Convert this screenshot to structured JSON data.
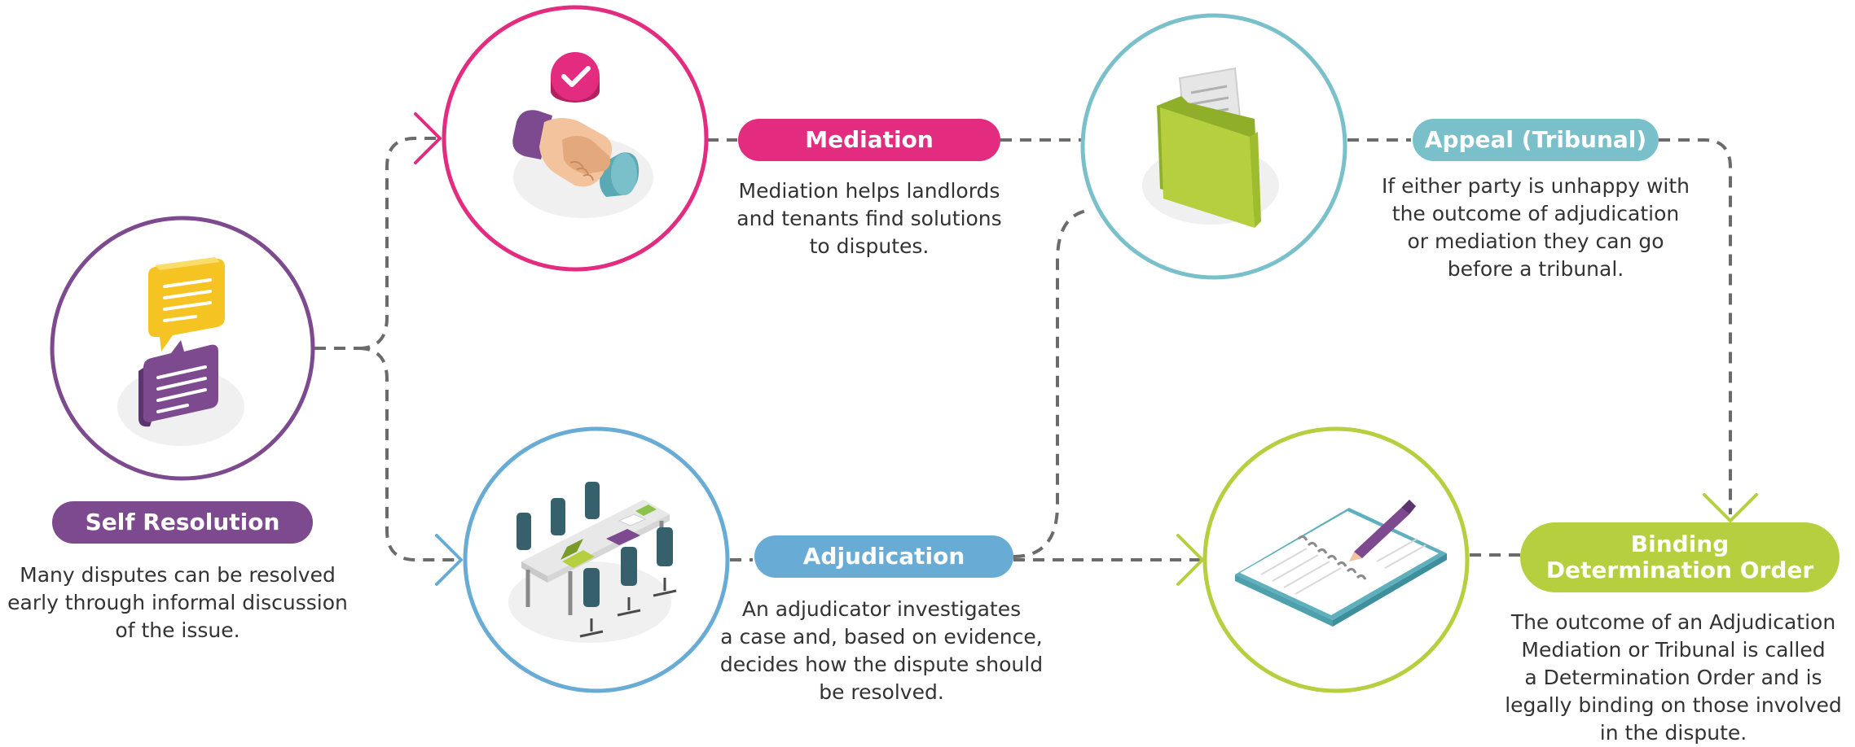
{
  "colors": {
    "self_resolution": "#7e4a8f",
    "mediation": "#e32b7f",
    "adjudication": "#68acd6",
    "appeal": "#79c0cb",
    "binding": "#b5cf3f",
    "connector": "#6b6b6b"
  },
  "icons": {
    "self_resolution": "speech-bubbles-icon",
    "mediation": "handshake-icon",
    "adjudication": "meeting-table-icon",
    "appeal": "folder-icon",
    "binding": "notebook-pen-icon"
  },
  "stages": {
    "self_resolution": {
      "label": "Self Resolution",
      "description": "Many disputes can be resolved\nearly through informal discussion\nof the issue."
    },
    "mediation": {
      "label": "Mediation",
      "description": "Mediation helps landlords\nand tenants find solutions\nto disputes."
    },
    "adjudication": {
      "label": "Adjudication",
      "description": "An adjudicator investigates\na case and, based on evidence,\ndecides how the dispute should\nbe resolved."
    },
    "appeal": {
      "label": "Appeal (Tribunal)",
      "description": "If either party is unhappy with\nthe outcome of adjudication\nor mediation they can go\nbefore a tribunal."
    },
    "binding": {
      "label_line1": "Binding",
      "label_line2": "Determination Order",
      "description": "The outcome of an Adjudication\nMediation or Tribunal is called\na Determination Order and is\nlegally binding on those involved\nin the dispute."
    }
  }
}
